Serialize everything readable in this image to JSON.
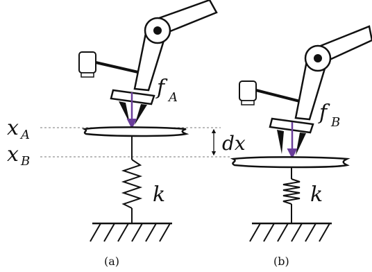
{
  "labels": {
    "x_a_main": "x",
    "x_a_sub": "A",
    "x_b_main": "x",
    "x_b_sub": "B",
    "dx": "dx",
    "f_a_main": "f",
    "f_a_sub": "A",
    "f_b_main": "f",
    "f_b_sub": "B",
    "k_a": "k",
    "k_b": "k"
  },
  "captions": {
    "a": "(a)",
    "b": "(b)"
  },
  "colors": {
    "stroke": "#111111",
    "force_arrow": "#6a3d9a",
    "guide_line": "#777777",
    "background": "#ffffff"
  }
}
